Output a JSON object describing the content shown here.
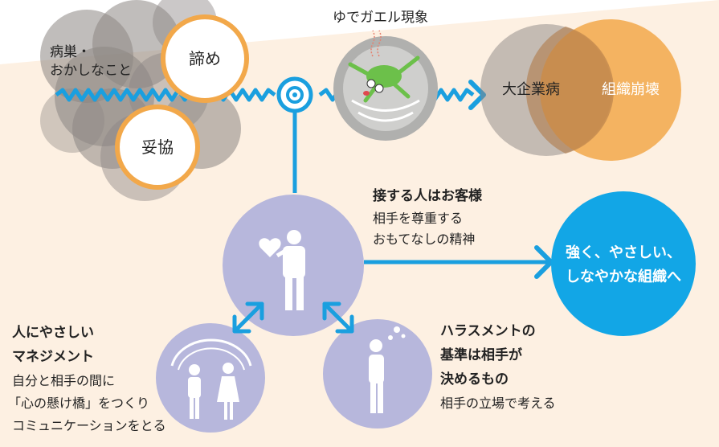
{
  "colors": {
    "background": "#fdf0e2",
    "blue": "#1a9fdf",
    "orange": "#f2a84a",
    "orange_dark": "#e58c2d",
    "gray": "#9a9a9a",
    "lavender": "#b7b7dc",
    "goal": "#12a6e6"
  },
  "problem_cloud": {
    "item1": "病巣・\nおかしなこと",
    "item2": "諦め",
    "item3": "妥協"
  },
  "frog": {
    "title": "ゆでガエル現象",
    "icon": "frog-in-boiling-water-icon"
  },
  "results": {
    "left": "大企業病",
    "right": "組織崩壊"
  },
  "center_icon": "person-with-heart-icon",
  "customer": {
    "title": "接する人はお客様",
    "line1": "相手を尊重する",
    "line2": "おもてなしの精神"
  },
  "goal": {
    "line1": "強く、やさしい、",
    "line2": "しなやかな組織へ"
  },
  "management": {
    "title1": "人にやさしい",
    "title2": "マネジメント",
    "line1": "自分と相手の間に",
    "line2": "「心の懸け橋」をつくり",
    "line3": "コミュニケーションをとる",
    "icon": "two-people-bridge-icon"
  },
  "harassment": {
    "title1": "ハラスメントの",
    "title2": "基準は相手が",
    "title3": "決めるもの",
    "line1": "相手の立場で考える",
    "icon": "person-thinking-icon"
  }
}
